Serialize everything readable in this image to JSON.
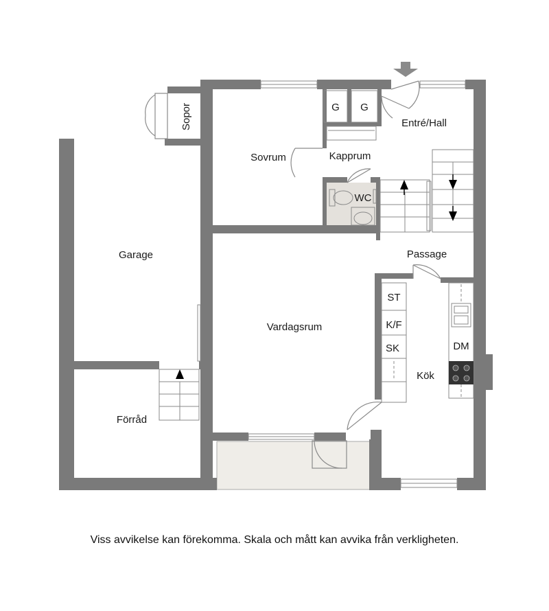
{
  "rooms": {
    "sopor": "Sopor",
    "g1": "G",
    "g2": "G",
    "entre_hall": "Entré/Hall",
    "sovrum": "Sovrum",
    "kapprum": "Kapprum",
    "wc": "WC",
    "garage": "Garage",
    "passage": "Passage",
    "vardagsrum": "Vardagsrum",
    "st": "ST",
    "kf": "K/F",
    "sk": "SK",
    "dm": "DM",
    "kok": "Kök",
    "forrad": "Förråd"
  },
  "disclaimer": "Viss avvikelse kan förekomma. Skala och mått kan avvika från verkligheten.",
  "colors": {
    "wall": "#7a7a7a",
    "floor_wc": "#e4e1dc",
    "floor_balcony": "#efede8",
    "line": "#8a8a8a"
  }
}
